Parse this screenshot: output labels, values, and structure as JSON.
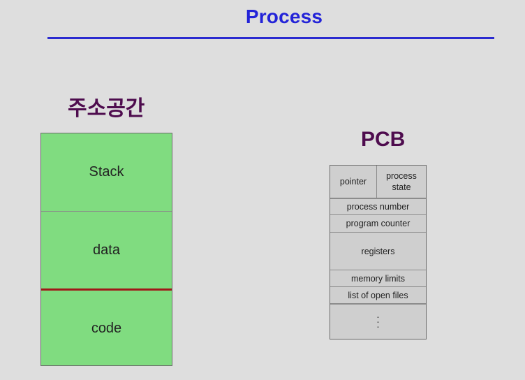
{
  "title": "Process",
  "address_space": {
    "label": "주소공간",
    "segments": [
      "Stack",
      "data",
      "code"
    ]
  },
  "pcb": {
    "label": "PCB",
    "pointer": "pointer",
    "process_state": "process state",
    "rows": [
      "process number",
      "program counter",
      "registers",
      "memory limits",
      "list of open files"
    ],
    "ellipsis": [
      "·",
      "·",
      "·"
    ]
  },
  "colors": {
    "title": "#2323d8",
    "label": "#4e0c4e",
    "segment_fill": "#80dc80",
    "divider": "#a01818",
    "pcb_fill": "#cfcfcf"
  }
}
